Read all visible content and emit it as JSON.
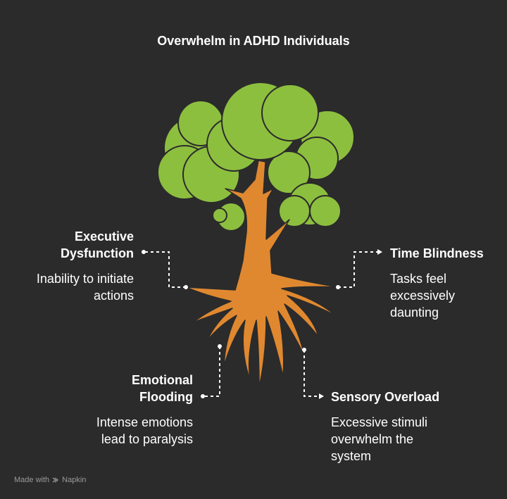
{
  "title": "Overwhelm in ADHD Individuals",
  "colors": {
    "background": "#2b2b2b",
    "foliage": "#8dbf3f",
    "trunk": "#e08830",
    "outline": "#2b2b2b",
    "text": "#ffffff"
  },
  "items": [
    {
      "title": "Executive\nDysfunction",
      "desc": "Inability to initiate\nactions"
    },
    {
      "title": "Time Blindness",
      "desc": "Tasks feel\nexcessively\ndaunting"
    },
    {
      "title": "Emotional\nFlooding",
      "desc": "Intense emotions\nlead to paralysis"
    },
    {
      "title": "Sensory Overload",
      "desc": "Excessive stimuli\noverwhelm the\nsystem"
    }
  ],
  "footer": {
    "made_with": "Made with",
    "brand": "Napkin"
  }
}
